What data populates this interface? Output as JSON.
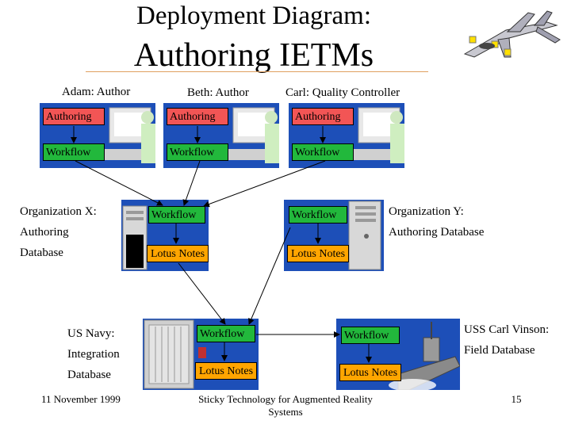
{
  "title": {
    "line1": "Deployment Diagram:",
    "line2": "Authoring IETMs"
  },
  "users": [
    {
      "label": "Adam: Author",
      "top_box": "Authoring",
      "bottom_box": "Workflow"
    },
    {
      "label": "Beth: Author",
      "top_box": "Authoring",
      "bottom_box": "Workflow"
    },
    {
      "label": "Carl: Quality Controller",
      "top_box": "Authoring",
      "bottom_box": "Workflow"
    }
  ],
  "nodes": {
    "org_x": {
      "label_lines": [
        "Organization X:",
        "Authoring",
        "Database"
      ],
      "workflow": "Workflow",
      "notes": "Lotus Notes"
    },
    "org_y": {
      "label_lines": [
        "Organization Y:",
        "Authoring Database"
      ],
      "workflow": "Workflow",
      "notes": "Lotus Notes"
    },
    "navy": {
      "label_lines": [
        "US Navy:",
        "Integration",
        "Database"
      ],
      "workflow": "Workflow",
      "notes": "Lotus Notes"
    },
    "carl_vinson": {
      "label_lines": [
        "USS Carl Vinson:",
        "Field Database"
      ],
      "workflow": "Workflow",
      "notes": "Lotus Notes"
    }
  },
  "footer": {
    "date": "11 November 1999",
    "center_line1": "Sticky Technology for Augmented Reality",
    "center_line2": "Systems",
    "page": "15"
  },
  "colors": {
    "authoring": "#f25555",
    "workflow": "#22b83c",
    "lotus_notes": "#ffa500",
    "panel": "#1d4fb8",
    "rule": "#e0a060"
  },
  "icons": [
    "jet-aircraft-icon",
    "workstation-user-icon",
    "server-tower-icon",
    "server-rack-icon",
    "ship-icon"
  ]
}
